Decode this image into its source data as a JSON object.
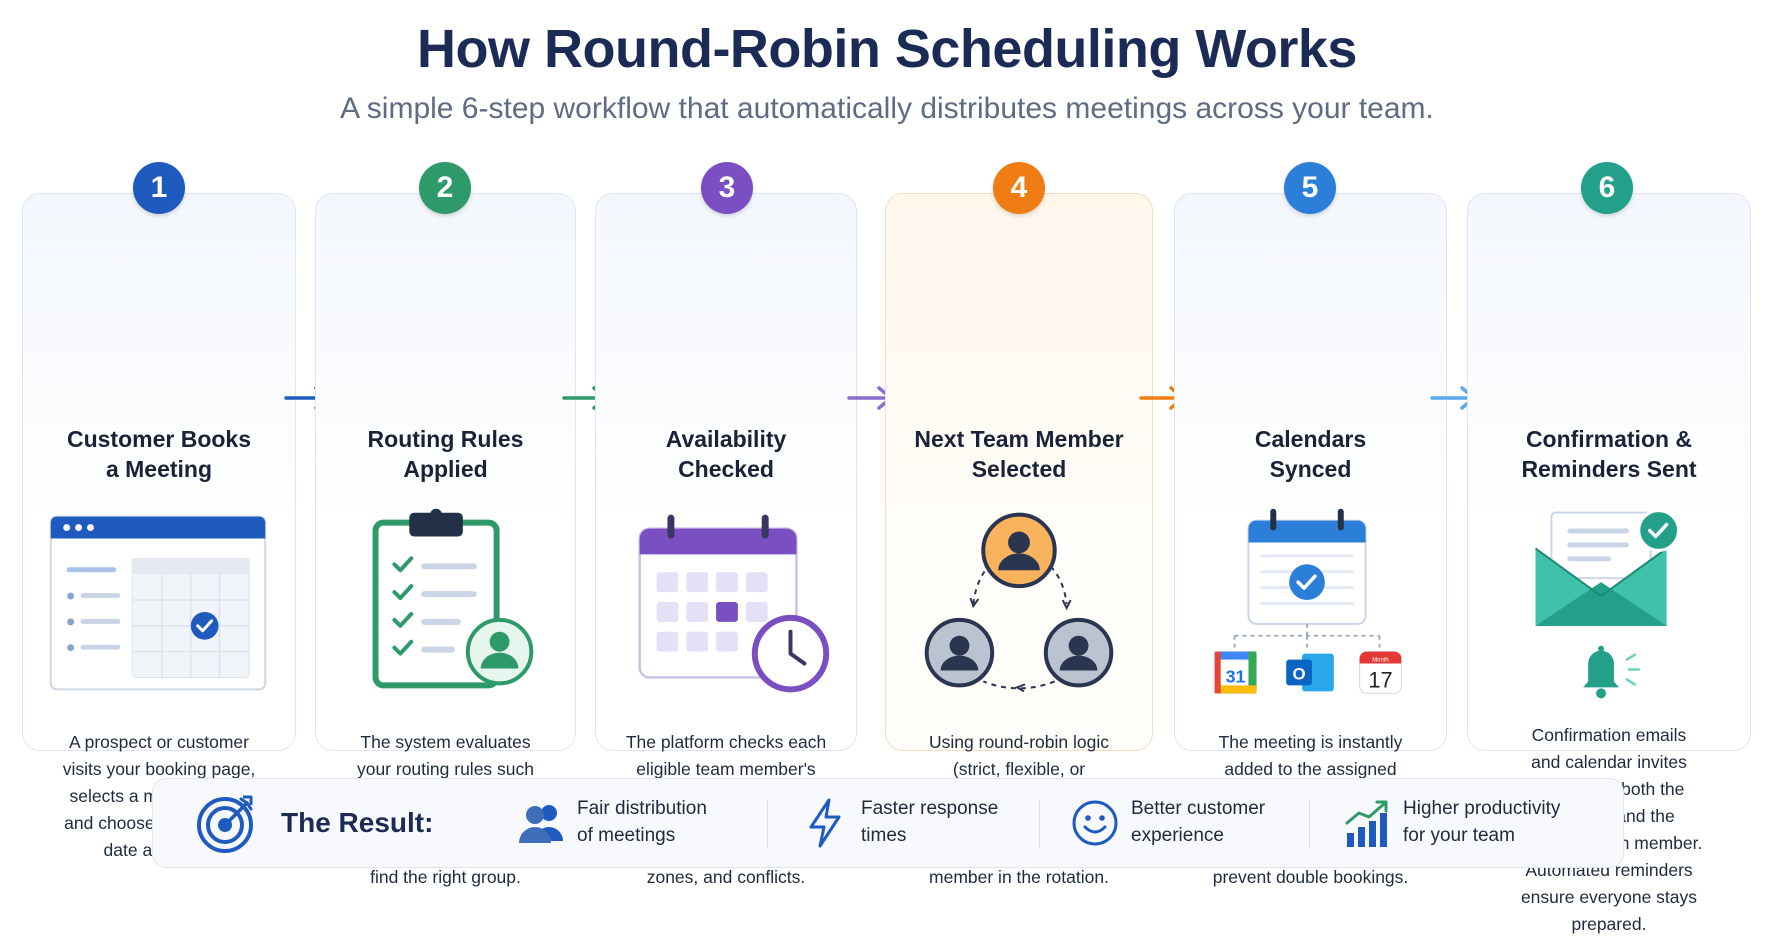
{
  "header": {
    "title": "How Round-Robin Scheduling Works",
    "subtitle": "A simple 6-step workflow that automatically distributes meetings across your team."
  },
  "colors": {
    "step1": "#1f5bbf",
    "step2": "#2e9a6a",
    "step3": "#7a4fc2",
    "step4": "#f07d14",
    "step5": "#2c7fd8",
    "step6": "#22a08a"
  },
  "steps": [
    {
      "number": "1",
      "title": "Customer Books\na Meeting",
      "description": "A prospect or customer\nvisits your booking page,\nselects a meeting type,\nand chooses a preferred\ndate and time.",
      "icon": "booking-page-icon"
    },
    {
      "number": "2",
      "title": "Routing Rules\nApplied",
      "description": "The system evaluates\nyour routing rules such\nas team, meeting type,\nterritory, language,\nor form responses to\nfind the right group.",
      "icon": "clipboard-checklist-icon"
    },
    {
      "number": "3",
      "title": "Availability\nChecked",
      "description": "The platform checks each\neligible team member's\nconnected calendars in\nreal time, considering\nworking hours, time\nzones, and conflicts.",
      "icon": "calendar-clock-icon"
    },
    {
      "number": "4",
      "title": "Next Team Member\nSelected",
      "description": "Using round-robin logic\n(strict, flexible, or\nweighted), the system\nassigns the meeting to\nthe next eligible team\nmember in the rotation.",
      "icon": "rotation-users-icon"
    },
    {
      "number": "5",
      "title": "Calendars\nSynced",
      "description": "The meeting is instantly\nadded to the assigned\nteam member's calendar.\nThe time slot is removed\nfrom availability to\nprevent double bookings.",
      "icon": "calendar-sync-icon",
      "app_labels": {
        "google": "31",
        "outlook": "O",
        "apple_month": "Month",
        "apple_day": "17"
      }
    },
    {
      "number": "6",
      "title": "Confirmation &\nReminders Sent",
      "description": "Confirmation emails\nand calendar invites\nare sent to both the\nattendee and the\nassigned team member.\nAutomated reminders\nensure everyone stays\nprepared.",
      "icon": "envelope-bell-icon"
    }
  ],
  "result": {
    "label": "The Result:",
    "items": [
      {
        "text": "Fair distribution\nof meetings",
        "icon": "team-users-icon"
      },
      {
        "text": "Faster response\ntimes",
        "icon": "lightning-icon"
      },
      {
        "text": "Better customer\nexperience",
        "icon": "smiley-icon"
      },
      {
        "text": "Higher productivity\nfor your team",
        "icon": "growth-chart-icon"
      }
    ]
  }
}
